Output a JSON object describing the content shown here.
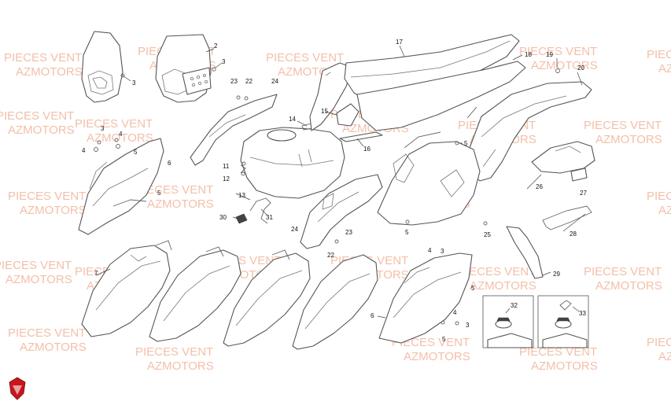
{
  "watermark": {
    "line1": "PIECES VENT",
    "line2": "AZMOTORS",
    "color": "#f2b49a"
  },
  "logo": {
    "name": "azmotors-shield-logo",
    "color": "#c8161d"
  },
  "callouts": {
    "c1": "2",
    "c2": "3",
    "c3": "3",
    "c4": "23",
    "c5": "22",
    "c6": "24",
    "c7": "17",
    "c8": "18",
    "c9": "19",
    "c10": "20",
    "c11": "3",
    "c12": "4",
    "c13": "4",
    "c14": "5",
    "c15": "6",
    "c16": "5",
    "c17": "15",
    "c18": "14",
    "c19": "16",
    "c20": "11",
    "c21": "12",
    "c22": "13",
    "c23": "30",
    "c24": "31",
    "c25": "24",
    "c26": "23",
    "c27": "22",
    "c28": "5",
    "c29": "5",
    "c30": "25",
    "c31": "26",
    "c32": "27",
    "c33": "28",
    "c34": "29",
    "c35": "7",
    "c36": "4",
    "c37": "3",
    "c38": "5",
    "c39": "6",
    "c40": "4",
    "c41": "3",
    "c42": "5",
    "c43": "32",
    "c44": "33"
  }
}
